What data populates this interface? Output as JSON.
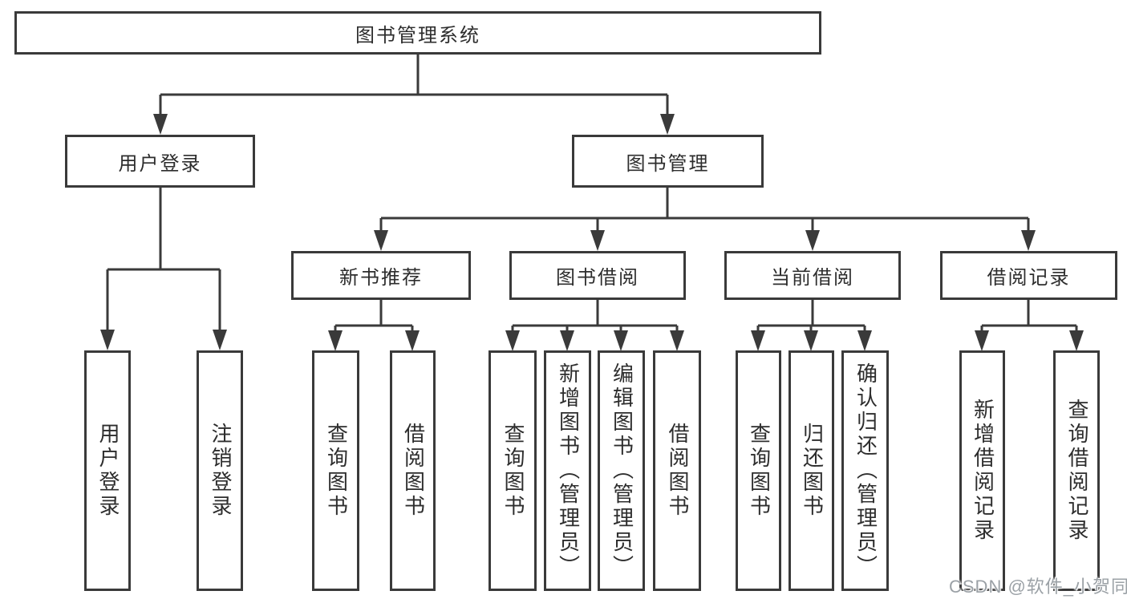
{
  "nodes": {
    "root": "图书管理系统",
    "level2": {
      "user_login": "用户登录",
      "book_mgmt": "图书管理"
    },
    "level3": {
      "new_book_rec": "新书推荐",
      "book_borrow": "图书借阅",
      "current_borrow": "当前借阅",
      "borrow_record": "借阅记录"
    },
    "leaves": {
      "user_login": [
        "用户登录",
        "注销登录"
      ],
      "new_book_rec": [
        "查询图书",
        "借阅图书"
      ],
      "book_borrow": [
        "查询图书",
        "新增图书（管理员）",
        "编辑图书（管理员）",
        "借阅图书"
      ],
      "current_borrow": [
        "查询图书",
        "归还图书",
        "确认归还（管理员）"
      ],
      "borrow_record": [
        "新增借阅记录",
        "查询借阅记录"
      ]
    }
  },
  "watermark": "CSDN @软件_小贺同学",
  "colors": {
    "line": "#3a3a3a",
    "text": "#2d2d2d",
    "box_bg": "#ffffff",
    "watermark": "#9ba1a6",
    "background": "#ffffff"
  }
}
